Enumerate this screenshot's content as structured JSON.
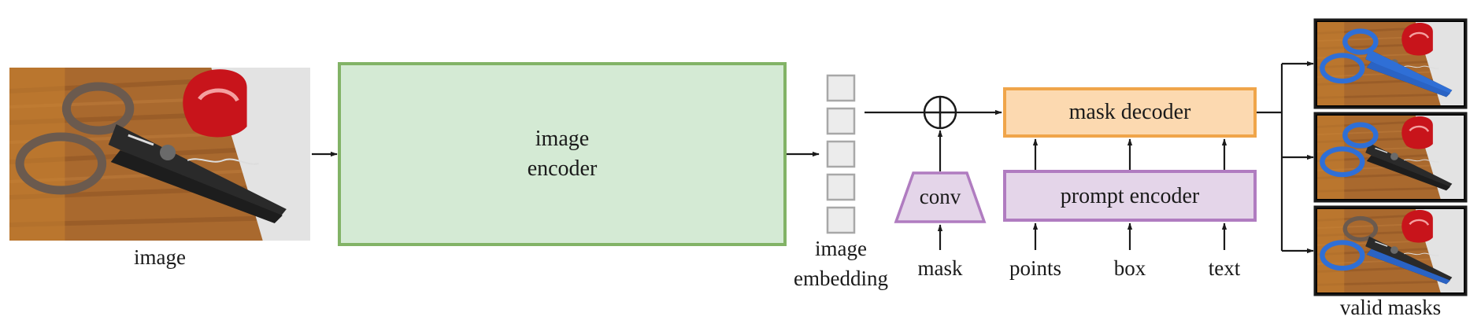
{
  "labels": {
    "image": "image",
    "image_encoder_line1": "image",
    "image_encoder_line2": "encoder",
    "embedding_line1": "image",
    "embedding_line2": "embedding",
    "mask_decoder": "mask decoder",
    "prompt_encoder": "prompt encoder",
    "conv": "conv",
    "mask": "mask",
    "points": "points",
    "box": "box",
    "text": "text",
    "valid_masks": "valid masks"
  },
  "colors": {
    "encoder_fill": "#d4ead4",
    "encoder_stroke": "#82b366",
    "decoder_fill": "#fcd9b0",
    "decoder_stroke": "#f0a54a",
    "prompt_fill": "#e4d5e9",
    "prompt_stroke": "#b07cc0",
    "embedding_fill": "#ececec",
    "embedding_stroke": "#a8a8a8",
    "mask_highlight": "#2f6fd6",
    "arrow": "#1a1a1a"
  },
  "icons": {
    "combine": "circle-plus-icon",
    "photo": "scissors-photo"
  }
}
